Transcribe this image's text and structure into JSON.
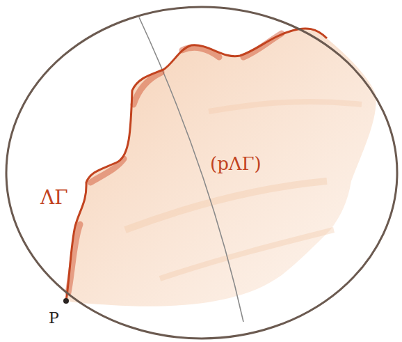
{
  "diagram": {
    "labels": [
      "ΛΓ",
      "(pΛΓ)",
      "P"
    ]
  }
}
